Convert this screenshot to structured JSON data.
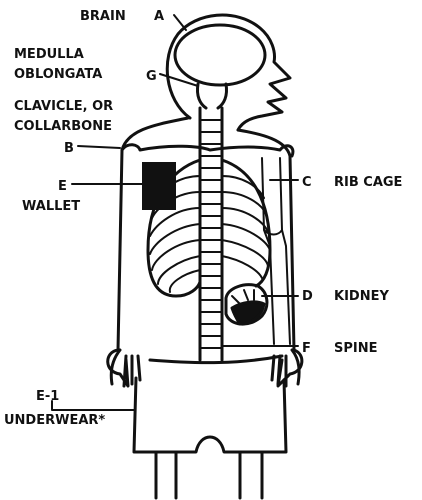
{
  "labels": {
    "brain": "BRAIN",
    "a": "A",
    "medulla": "MEDULLA",
    "oblongata": "OBLONGATA",
    "g": "G",
    "clavicle_or": "CLAVICLE, OR",
    "collarbone": "COLLARBONE",
    "b": "B",
    "e": "E",
    "wallet": "WALLET",
    "c": "C",
    "rib_cage": "RIB CAGE",
    "d": "D",
    "kidney": "KIDNEY",
    "f": "F",
    "spine": "SPINE",
    "e1": "E-1",
    "underwear": "UNDERWEAR*"
  },
  "colors": {
    "ink": "#111111",
    "paper": "#ffffff"
  }
}
